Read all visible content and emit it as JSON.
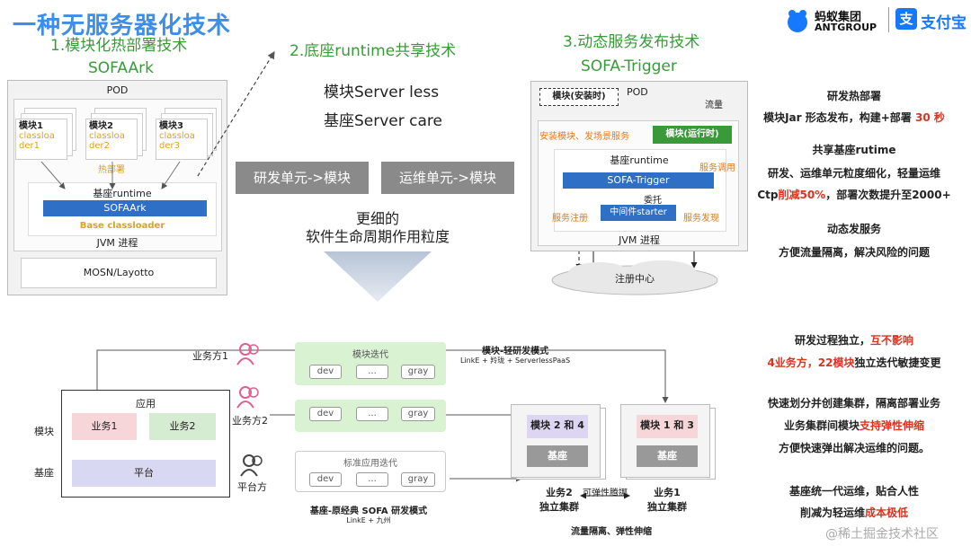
{
  "title": "一种无服务器化技术",
  "logos": {
    "ant_cn": "蚂蚁集团",
    "ant_en": "ANTGROUP",
    "alipay": "支付宝"
  },
  "sec1": {
    "title": "1.模块化热部署技术",
    "subtitle": "SOFAArk",
    "pod": "POD",
    "modules": [
      "模块1\nclassloa\nder1",
      "模块2\nclassloa\nder2",
      "模块3\nclassloa\nder3"
    ],
    "hot_deploy": "热部署",
    "base_runtime": "基座runtime",
    "sofaark": "SOFAArk",
    "base_classloader": "Base classloader",
    "jvm": "JVM 进程",
    "mosn": "MOSN/Layotto"
  },
  "sec2": {
    "title": "2.底座runtime共享技术",
    "line1": "模块Server less",
    "line2": "基座Server care",
    "btn1": "研发单元->模块",
    "btn2": "运维单元->模块",
    "finer1": "更细的",
    "finer2": "软件生命周期作用粒度"
  },
  "sec3": {
    "title": "3.动态服务发布技术",
    "subtitle": "SOFA-Trigger",
    "module_install": "模块(安装时)",
    "pod": "POD",
    "traffic": "流量",
    "install_scene": "安装模块、发场景服务",
    "module_run": "模块(运行时)",
    "base_runtime": "基座runtime",
    "service_call": "服务调用",
    "sofatrigger": "SOFA-Trigger",
    "delegate": "委托",
    "service_reg": "服务注册",
    "middleware": "中间件starter",
    "service_disc": "服务发现",
    "jvm": "JVM 进程",
    "registry": "注册中心"
  },
  "right_top": {
    "h1": "研发热部署",
    "l1a": "模块Jar 形态发布，构建+部署 ",
    "l1b": "30 秒",
    "h2": "共享基座rutime",
    "l2": "研发、运维单元粒度细化，轻量运维",
    "l3a": "Ctp",
    "l3b": "削减50%",
    "l3c": "，部署次数提升至2000+",
    "h3": "动态发服务",
    "l4": "方便流量隔离，解决风险的问题"
  },
  "bottom": {
    "biz1": "业务方1",
    "biz2": "业务方2",
    "platform": "平台方",
    "module_label": "模块",
    "base_label": "基座",
    "app": "应用",
    "svc1": "业务1",
    "svc2": "业务2",
    "platform_box": "平台",
    "iter_title": "模块迭代",
    "std_iter": "标准应用迭代",
    "dev": "dev",
    "dots": "...",
    "gray": "gray",
    "light_mode": "模块-轻研发模式",
    "light_sub": "LinkE + 羚珑 + ServerlessPaaS",
    "classic_mode": "基座-原经典 SOFA 研发模式",
    "classic_sub": "LinkE + 九州",
    "mod24": "模块 2 和 4",
    "mod13": "模块 1 和 3",
    "base": "基座",
    "cluster2a": "业务2",
    "cluster2b": "独立集群",
    "cluster1a": "业务1",
    "cluster1b": "独立集群",
    "elastic": "可弹性腾挪",
    "isolation": "流量隔离、弹性伸缩"
  },
  "right_bottom": {
    "l1a": "研发过程独立，",
    "l1b": "互不影响",
    "l2a": "4业务方，22模块",
    "l2b": "独立迭代敏捷变更",
    "l3": "快速划分并创建集群，隔离部署业务",
    "l4a": "业务集群间模块",
    "l4b": "支持弹性伸缩",
    "l5": "方便快速弹出解决运维的问题。",
    "l6": "基座统一代运维，贴合人性",
    "l7a": "削减为轻运维",
    "l7b": "成本极低"
  },
  "watermark": "@稀土掘金技术社区",
  "colors": {
    "title_blue": "#3d8ee8",
    "green": "#3a9a3a",
    "red": "#e0301e",
    "orange": "#e07a1e",
    "sofa_blue": "#2f6fc6"
  }
}
